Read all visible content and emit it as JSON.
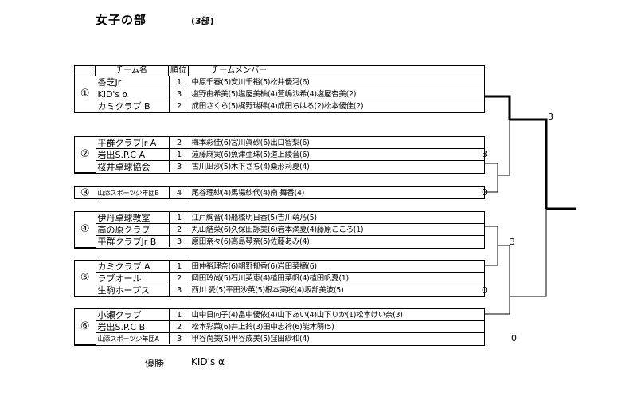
{
  "title": "女子の部",
  "subtitle": "(3部)",
  "header": {
    "no": "",
    "team": "チーム名",
    "rank": "順位",
    "members": "チームメンバー"
  },
  "groups": [
    {
      "label": "①",
      "rows": [
        {
          "team": "香芝Jr",
          "rank": "1",
          "members": "中原千春(5)安川千裕(5)松井優河(6)"
        },
        {
          "team": "KID's α",
          "rank": "3",
          "members": "塩野由希美(5)塩屋美柚(4)萱嶋沙希(4)塩屋杏美(2)"
        },
        {
          "team": "カミクラブ B",
          "rank": "2",
          "members": "成田さくら(5)梶野瑞稀(4)成田ちはる(2)松本優佳(2)"
        }
      ]
    },
    {
      "label": "②",
      "rows": [
        {
          "team": "平群クラブJr A",
          "rank": "2",
          "members": "梅本彩佳(6)宮川眞砂(6)出口智梨(6)"
        },
        {
          "team": "岩出S.P.C A",
          "rank": "1",
          "members": "遠藤麻実(6)魚津亜珠(5)道上綾音(6)"
        },
        {
          "team": "桜井卓球協会",
          "rank": "3",
          "members": "古川凪沙(5)木下さち(4)桑形莉夏(4)"
        }
      ]
    },
    {
      "label": "③",
      "rows": [
        {
          "team": "山添スポーツ少年団B",
          "rank": "4",
          "members": "尾谷理紗(4)馬場紗代(4)南 舞香(4)"
        }
      ]
    },
    {
      "label": "④",
      "rows": [
        {
          "team": "伊丹卓球教室",
          "rank": "1",
          "members": "江戸絢音(4)船橋明日香(5)吉川萌乃(5)"
        },
        {
          "team": "高の原クラブ",
          "rank": "2",
          "members": "丸山結菜(6)久保田詠美(6)岩本満夏(4)藤原こころ(1)"
        },
        {
          "team": "平群クラブJr B",
          "rank": "3",
          "members": "原田奈々(6)高島琴奈(5)佐藤あみ(4)"
        }
      ]
    },
    {
      "label": "⑤",
      "rows": [
        {
          "team": "カミクラブ A",
          "rank": "1",
          "members": "田仲裕理奈(6)朝野郁香(6)岩田菜摘(6)"
        },
        {
          "team": "ラブオール",
          "rank": "2",
          "members": "岡田玲尚(5)石川英恵(4)植田菜帆(4)植田帆夏(1)"
        },
        {
          "team": "生駒ホープス",
          "rank": "3",
          "members": "西川 愛(5)平田沙英(5)根本実咲(4)坂部美波(5)"
        }
      ]
    },
    {
      "label": "⑥",
      "rows": [
        {
          "team": "小瀬クラブ",
          "rank": "1",
          "members": "山中日向子(4)畠中優依(4)山下あい(4)山下りか(1)松本けい奈(3)"
        },
        {
          "team": "岩出S.P.C B",
          "rank": "2",
          "members": "松本彩菜(6)井上鈴(3)田中志衿(6)能木萌(5)"
        },
        {
          "team": "山添スポーツ少年団A",
          "rank": "3",
          "members": "甲谷尚美(5)甲谷成美(5)窪田紗和(4)"
        }
      ]
    }
  ],
  "scores": {
    "s1": "3",
    "s2": "3",
    "s3": "0",
    "s4": "3",
    "s5": "0",
    "s6": "0"
  },
  "winner": {
    "label": "優勝",
    "team": "KID's α"
  }
}
